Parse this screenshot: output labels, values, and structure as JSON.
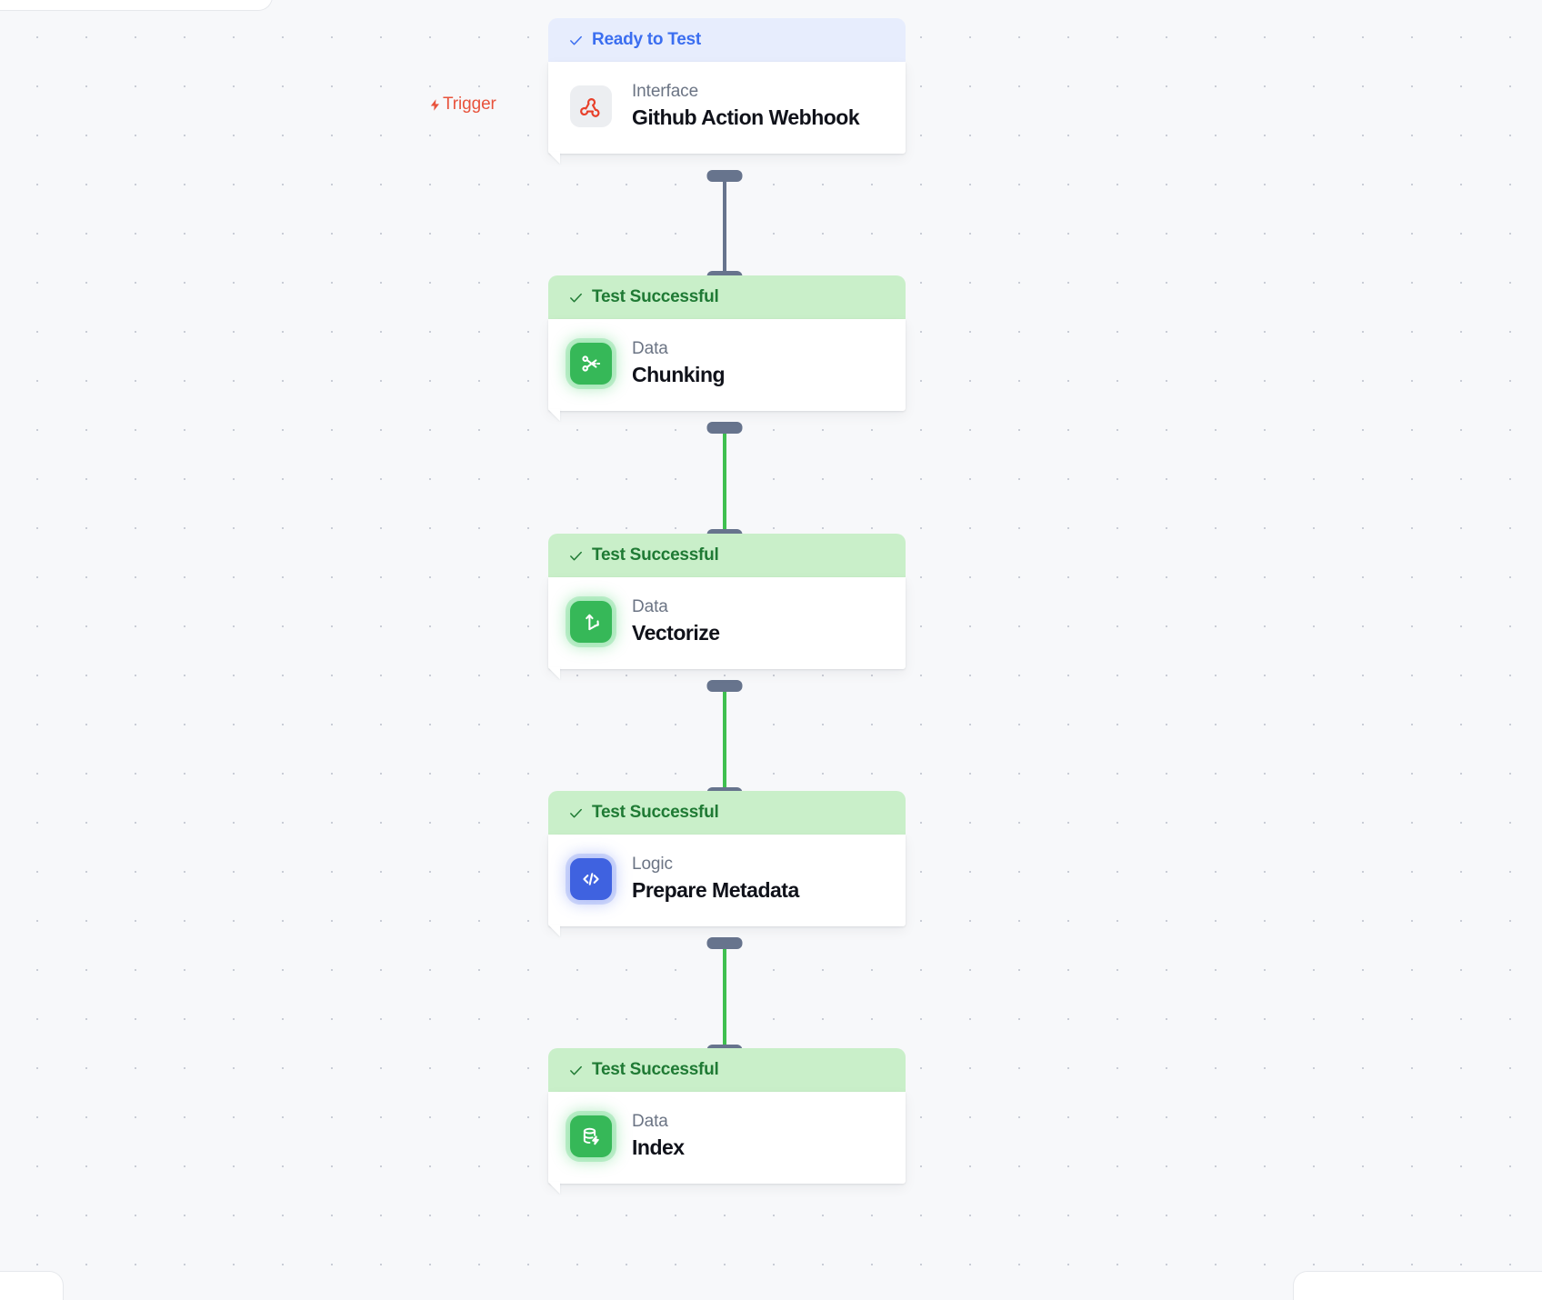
{
  "canvas": {
    "background_color": "#f7f8fa",
    "dot_grid_color": "#c9cdd6"
  },
  "trigger": {
    "label": "Trigger",
    "icon": "lightning-bolt-icon",
    "color": "#e8533c"
  },
  "statuses": {
    "ready": {
      "label": "Ready to Test",
      "icon": "check-icon",
      "bg": "#e7edfd",
      "fg": "#3b6ef0"
    },
    "success": {
      "label": "Test Successful",
      "icon": "check-icon",
      "bg": "#c9efc9",
      "fg": "#1f7a34"
    }
  },
  "nodes": [
    {
      "status": "Ready to Test",
      "status_variant": "ready",
      "kind": "Interface",
      "title": "Github Action Webhook",
      "icon": "webhook-icon",
      "icon_variant": "neutral"
    },
    {
      "status": "Test Successful",
      "status_variant": "success",
      "kind": "Data",
      "title": "Chunking",
      "icon": "scissors-cut-icon",
      "icon_variant": "green"
    },
    {
      "status": "Test Successful",
      "status_variant": "success",
      "kind": "Data",
      "title": "Vectorize",
      "icon": "vector-axes-icon",
      "icon_variant": "green"
    },
    {
      "status": "Test Successful",
      "status_variant": "success",
      "kind": "Logic",
      "title": "Prepare Metadata",
      "icon": "code-brackets-icon",
      "icon_variant": "blue"
    },
    {
      "status": "Test Successful",
      "status_variant": "success",
      "kind": "Data",
      "title": "Index",
      "icon": "database-bolt-icon",
      "icon_variant": "green"
    }
  ],
  "edges": [
    {
      "from": "Github Action Webhook",
      "to": "Chunking",
      "color": "#67748d",
      "state": "untested"
    },
    {
      "from": "Chunking",
      "to": "Vectorize",
      "color": "#3fc04f",
      "state": "tested"
    },
    {
      "from": "Vectorize",
      "to": "Prepare Metadata",
      "color": "#3fc04f",
      "state": "tested"
    },
    {
      "from": "Prepare Metadata",
      "to": "Index",
      "color": "#3fc04f",
      "state": "tested"
    }
  ]
}
